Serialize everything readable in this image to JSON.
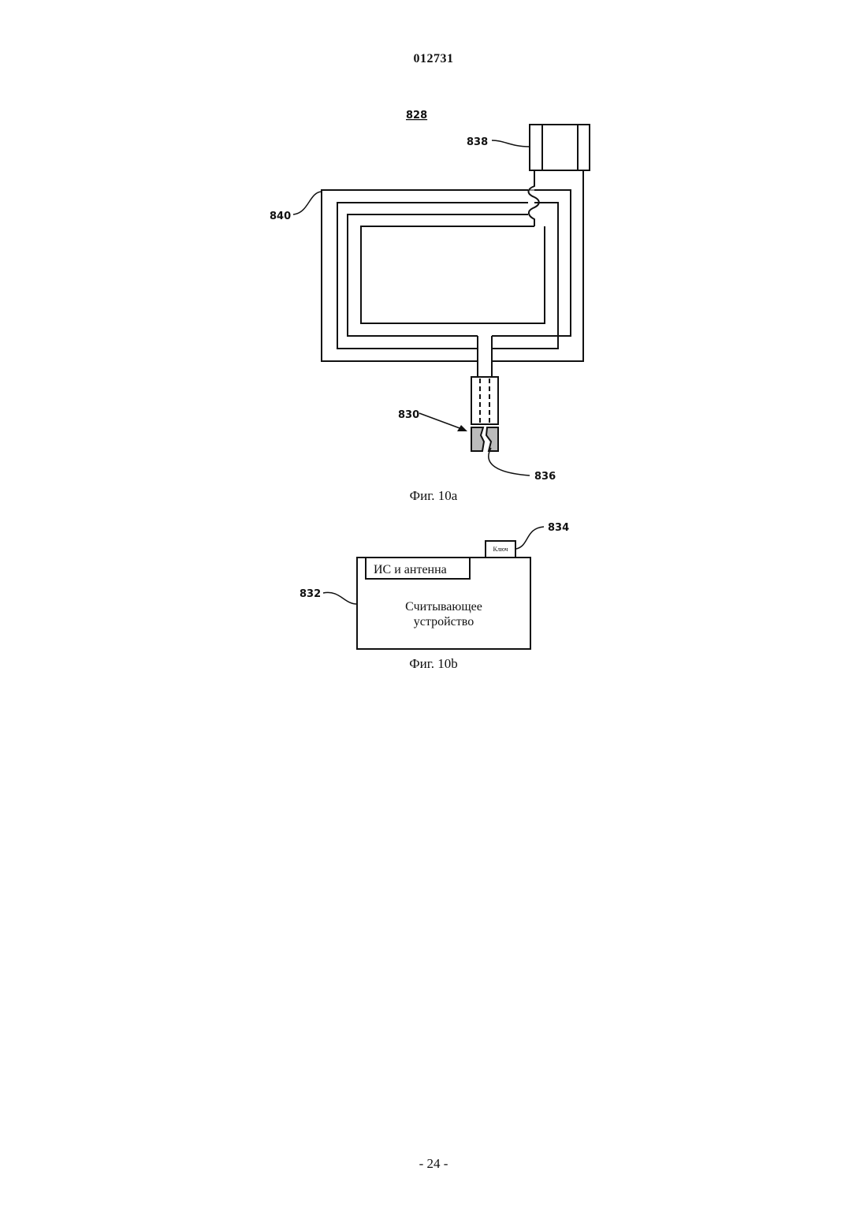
{
  "header": {
    "document_number": "012731"
  },
  "figure_10a": {
    "label_main": "828",
    "ref_838": "838",
    "ref_840": "840",
    "ref_830": "830",
    "ref_836": "836",
    "caption": "Фиг. 10a"
  },
  "figure_10b": {
    "ref_834": "834",
    "ref_832": "832",
    "key_label": "Ключ",
    "ic_antenna_label": "ИС и антенна",
    "reader_line1": "Считывающее",
    "reader_line2": "устройство",
    "caption": "Фиг. 10b"
  },
  "footer": {
    "page_number": "- 24 -"
  }
}
